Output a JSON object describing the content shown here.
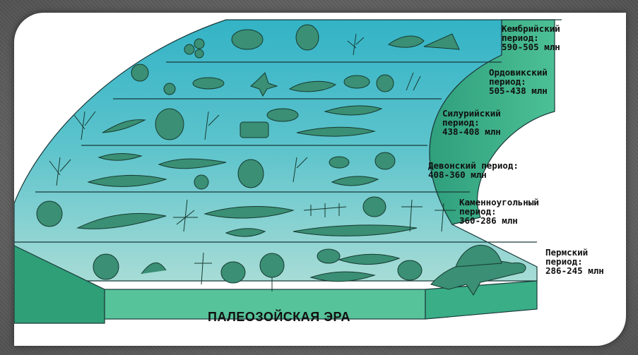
{
  "era": {
    "title": "ПАЛЕОЗОЙСКАЯ ЭРА"
  },
  "periods": [
    {
      "name": "Кембрийский\nпериод:\n590-505 млн"
    },
    {
      "name": "Ордовикский\nпериод:\n505-438 млн"
    },
    {
      "name": "Силурийский\nпериод:\n438-408 млн"
    },
    {
      "name": "Девонский период:\n408-360 млн"
    },
    {
      "name": "Каменноугольный\nпериод:\n360-286 млн"
    },
    {
      "name": "Пермский\nпериод:\n286-245 млн"
    }
  ],
  "colors": {
    "water_top": "#3fb8c8",
    "water_bottom": "#8fd4d0",
    "side_face": "#2fa878",
    "front_face": "#4fbf92",
    "organism": "#2e7d5e",
    "frame": "#6d6d6d"
  }
}
